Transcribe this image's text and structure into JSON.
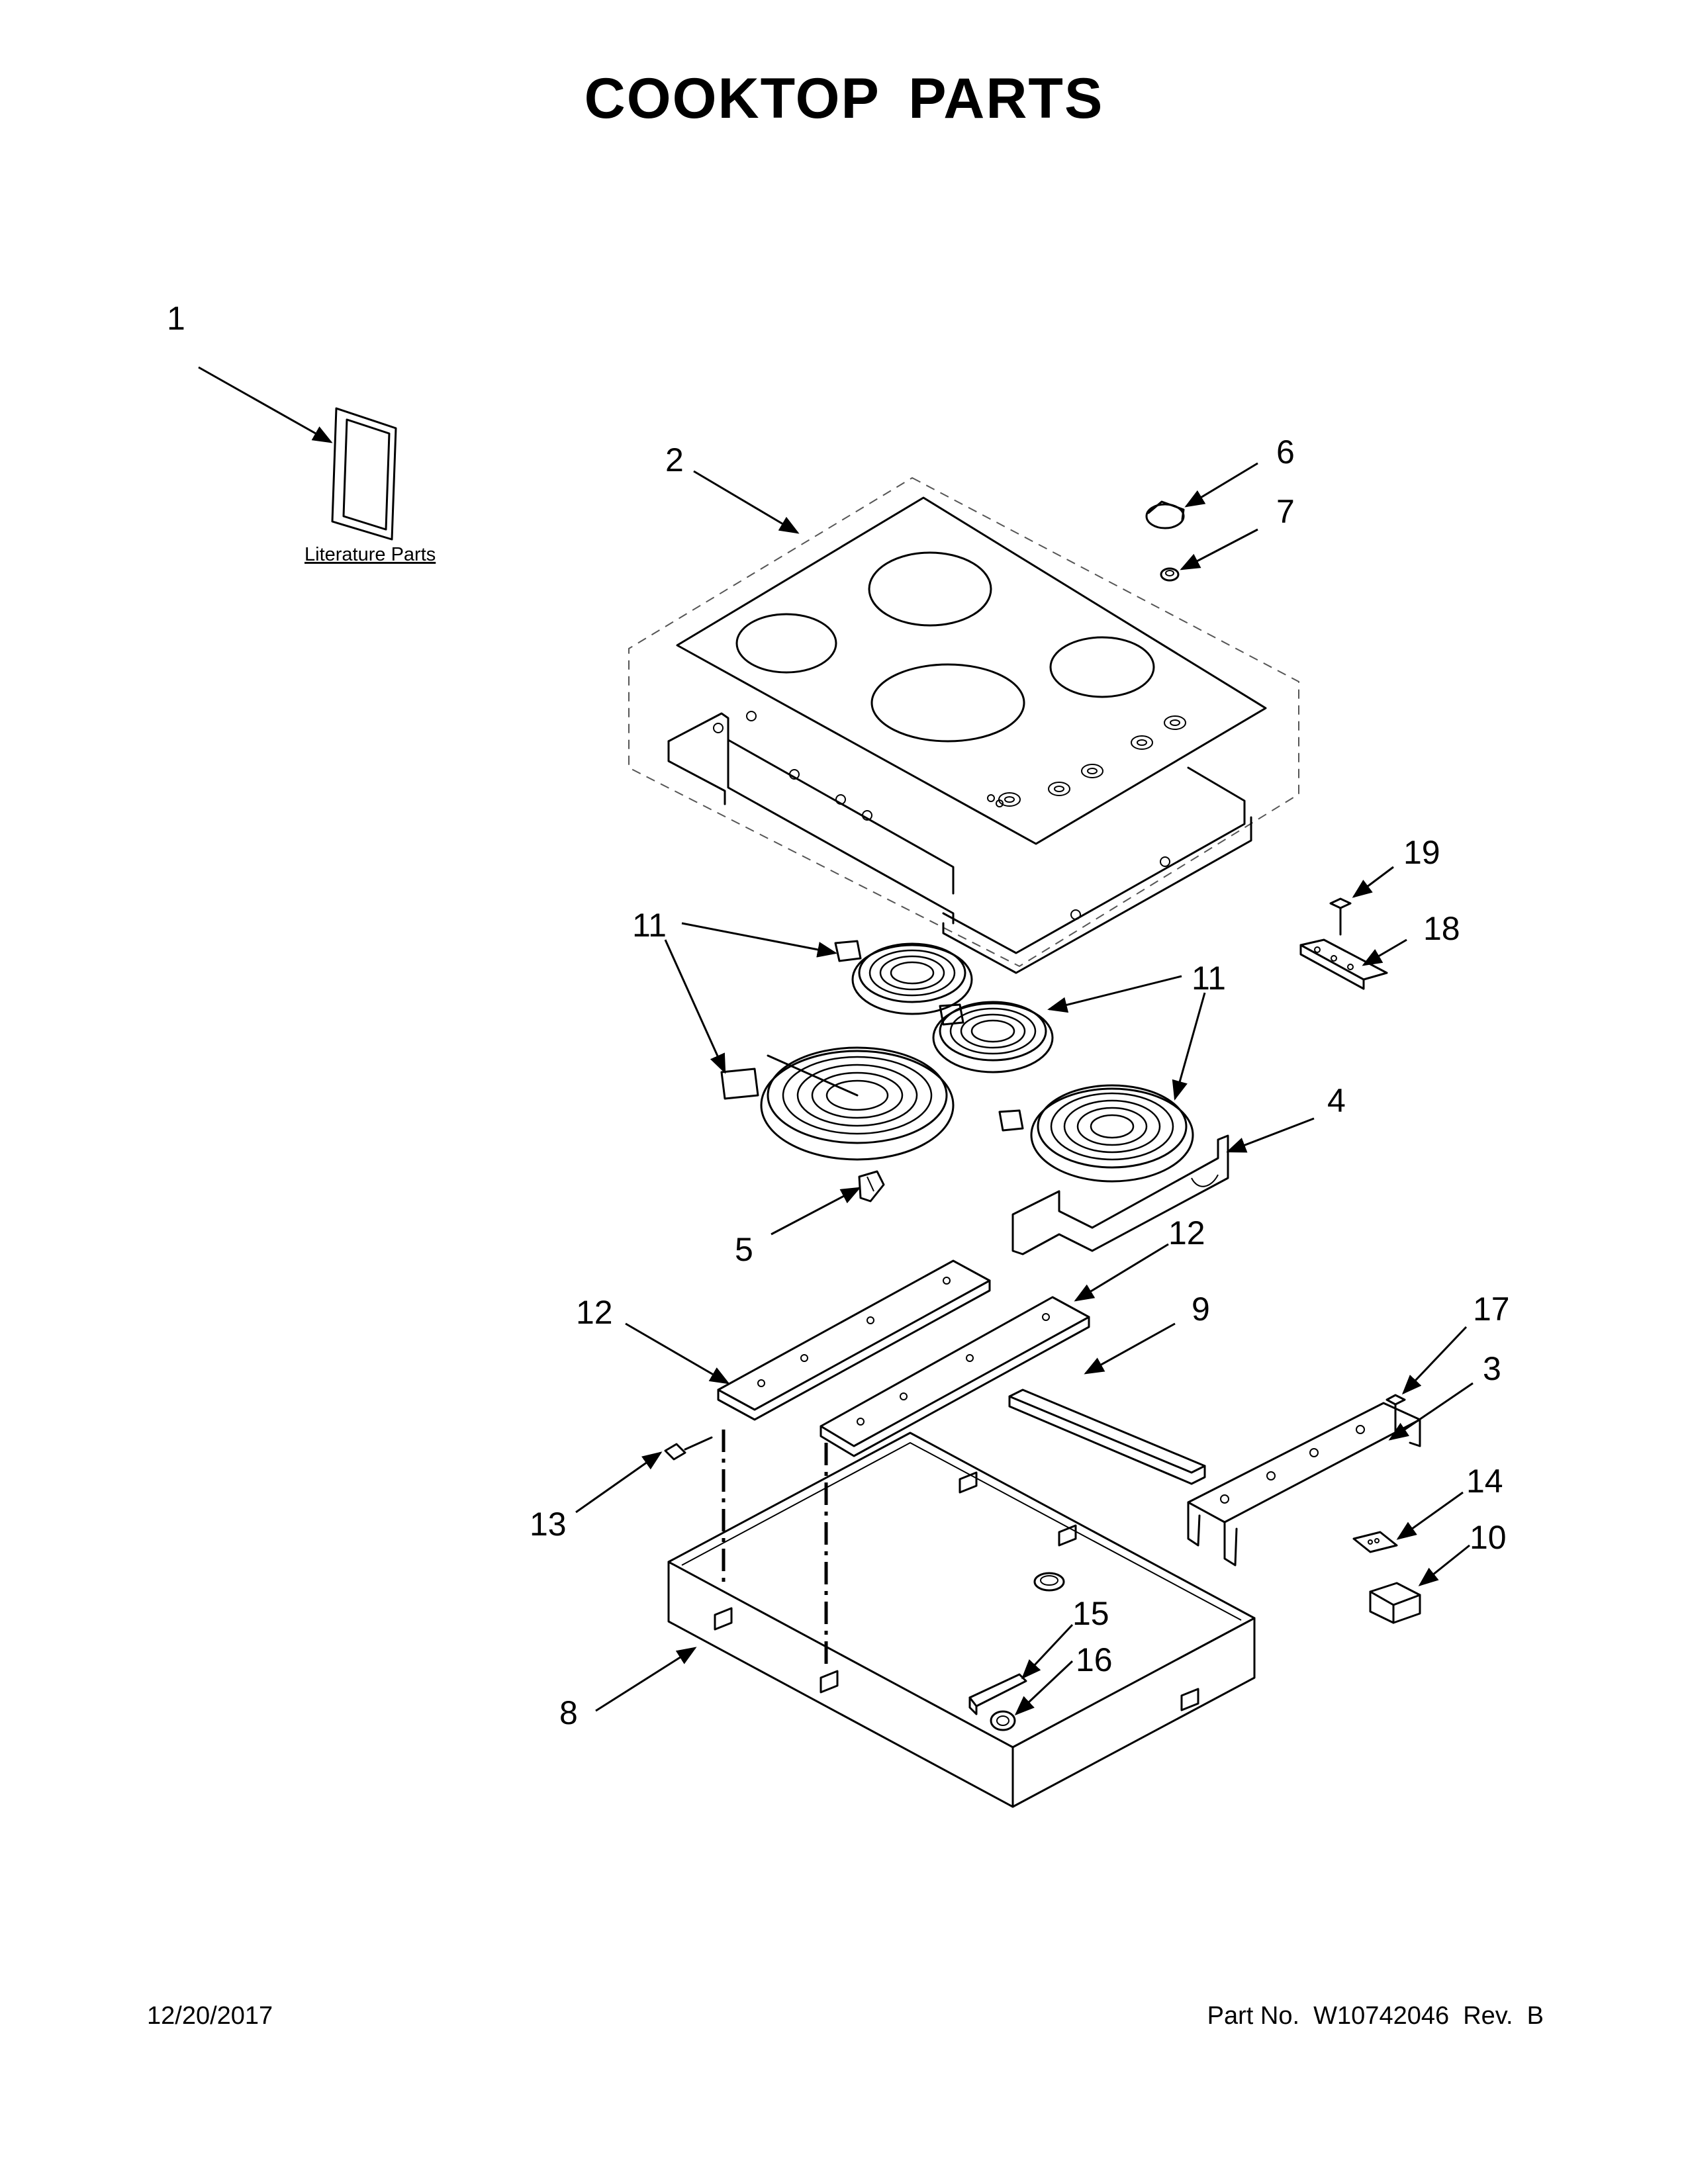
{
  "page": {
    "title": "COOKTOP PARTS",
    "date": "12/20/2017",
    "part_number": "Part No.  W10742046  Rev.  B"
  },
  "literature": {
    "label": "Literature Parts"
  },
  "callouts": {
    "c1": "1",
    "c2": "2",
    "c3": "3",
    "c4": "4",
    "c5": "5",
    "c6": "6",
    "c7": "7",
    "c8": "8",
    "c9": "9",
    "c10": "10",
    "c11a": "11",
    "c11b": "11",
    "c12a": "12",
    "c12b": "12",
    "c13": "13",
    "c14": "14",
    "c15": "15",
    "c16": "16",
    "c17": "17",
    "c18": "18",
    "c19": "19"
  }
}
